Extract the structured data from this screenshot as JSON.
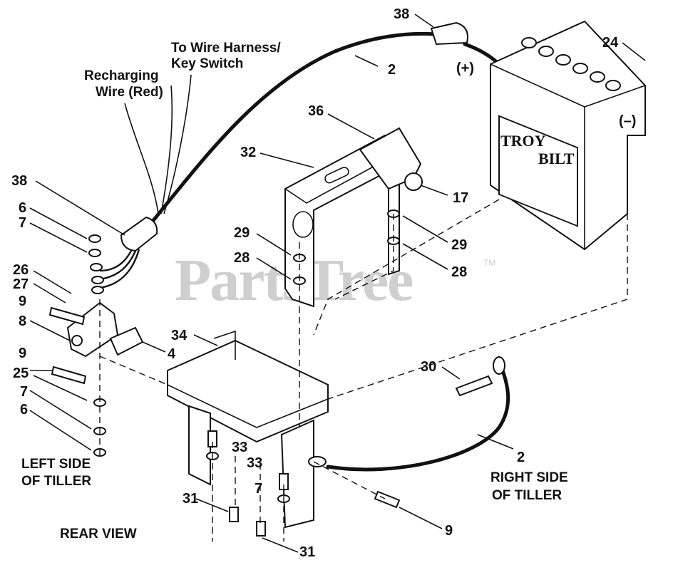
{
  "watermark": {
    "text": "PartsTree",
    "tm": "TM"
  },
  "captions": {
    "to_wire_harness_1": "To Wire Harness/",
    "to_wire_harness_2": "Key Switch",
    "recharging_1": "Recharging",
    "recharging_2": "Wire (Red)",
    "positive": "(+)",
    "negative": "(–)",
    "left_side_1": "LEFT SIDE",
    "left_side_2": "OF TILLER",
    "right_side_1": "RIGHT SIDE",
    "right_side_2": "OF TILLER",
    "rear_view": "REAR VIEW"
  },
  "battery_logo": {
    "line1": "TROY",
    "line2": "BILT"
  },
  "callouts": {
    "c38_top": "38",
    "c2_top": "2",
    "c24": "24",
    "c36": "36",
    "c32": "32",
    "c17": "17",
    "c38_left": "38",
    "c6_top": "6",
    "c7_top": "7",
    "c29_left": "29",
    "c28_left": "28",
    "c29_right": "29",
    "c28_right": "28",
    "c26": "26",
    "c27": "27",
    "c9_a": "9",
    "c8": "8",
    "c4": "4",
    "c34": "34",
    "c9_b": "9",
    "c25": "25",
    "c30": "30",
    "c7_mid": "7",
    "c6_bot": "6",
    "c33_a": "33",
    "c2_bot": "2",
    "c33_b": "33",
    "c7_bot": "7",
    "c31_a": "31",
    "c9_c": "9",
    "c31_b": "31"
  }
}
